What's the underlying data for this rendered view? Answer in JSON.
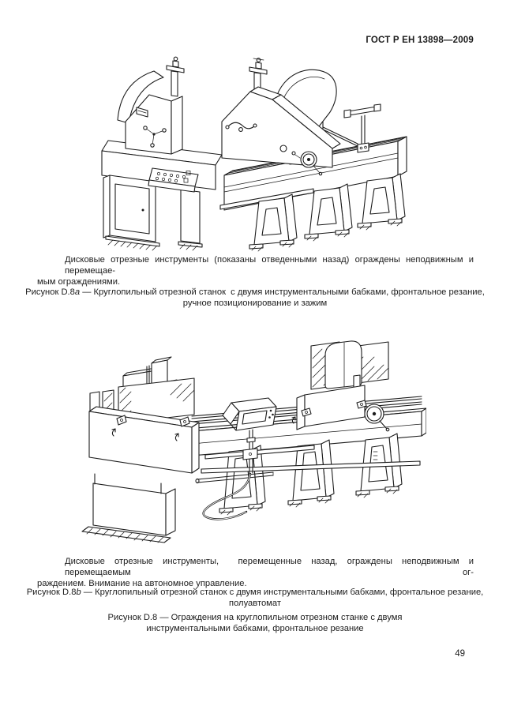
{
  "header": {
    "title": "ГОСТ Р ЕН 13898—2009"
  },
  "figure_a": {
    "para_lines": [
      "Дисковые отрезные инструменты (показаны отведенными назад) ограждены неподвижным и перемещае-",
      "мым ограждениями."
    ],
    "caption": {
      "prefix": "Рисунок D.8",
      "letter": "a",
      "rest": " — Круглопильный отрезной станок  с двумя инструментальными бабками, фронтальное резание,",
      "line2": "ручное позиционирование и зажим"
    }
  },
  "figure_b": {
    "para_lines": [
      "Дисковые отрезные инструменты,  перемещенные назад, ограждены неподвижным и перемещаемым ог-",
      "раждением. Внимание на автономное управление."
    ],
    "caption": {
      "prefix": "Рисунок D.8",
      "letter": "b",
      "rest": " — Круглопильный отрезной станок с двумя инструментальными бабками, фронтальное резание,",
      "line2": "полуавтомат"
    }
  },
  "figure_main": {
    "caption_line1": "Рисунок D.8 — Ограждения на круглопильном отрезном станке с двумя",
    "caption_line2": "инструментальными бабками, фронтальное резание"
  },
  "footer": {
    "page_number": "49"
  },
  "colors": {
    "ink": "#1c1c1c",
    "paper": "#ffffff"
  }
}
